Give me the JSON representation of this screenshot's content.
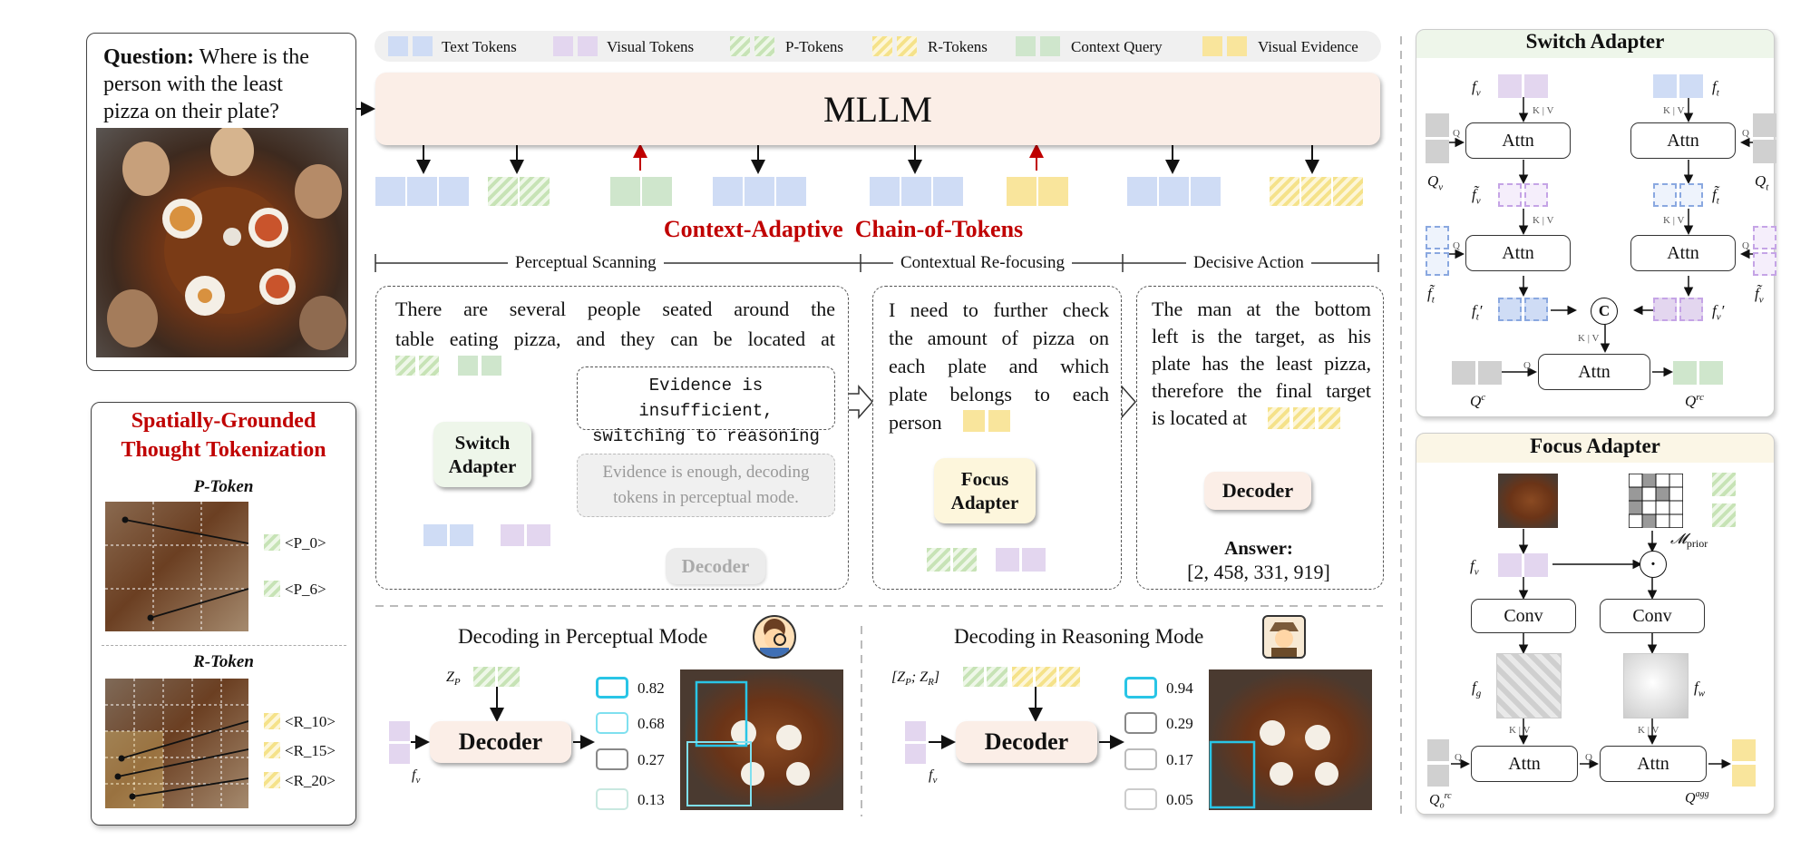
{
  "legend": {
    "items": [
      {
        "label": "Text Tokens",
        "kind": "text"
      },
      {
        "label": "Visual Tokens",
        "kind": "visual"
      },
      {
        "label": "P-Tokens",
        "kind": "p"
      },
      {
        "label": "R-Tokens",
        "kind": "r"
      },
      {
        "label": "Context Query",
        "kind": "ctx"
      },
      {
        "label": "Visual Evidence",
        "kind": "ev"
      }
    ]
  },
  "question": {
    "prefix": "Question:",
    "line1": " Where is the",
    "line2": "person with the least",
    "line3": "pizza on their plate?"
  },
  "mllm": {
    "label": "MLLM"
  },
  "main_title": "Context-Adaptive  Chain-of-Tokens",
  "stages": {
    "perceptual": "Perceptual Scanning",
    "contextual": "Contextual Re-focusing",
    "decisive": "Decisive Action"
  },
  "scanning": {
    "line1": "There are several people seated around the",
    "line2": "table eating pizza, and they can be located at",
    "insufficient1": "Evidence is insufficient,",
    "insufficient2": "switching to reasoning mode.",
    "enough1": "Evidence is enough, decoding",
    "enough2": "tokens in perceptual mode.",
    "switch_adapter1": "Switch",
    "switch_adapter2": "Adapter",
    "decoder_faded": "Decoder"
  },
  "refocus": {
    "line1": "I need to further check",
    "line2": "the amount of pizza on",
    "line3": "each plate and which",
    "line4": "plate belongs to each",
    "line5": "person",
    "focus_adapter1": "Focus",
    "focus_adapter2": "Adapter"
  },
  "decisive": {
    "line1": "The man at the bottom",
    "line2": "left is the target, as his",
    "line3": "plate has the least pizza,",
    "line4": "therefore the final target",
    "line5": "is located at",
    "decoder": "Decoder",
    "answer_label": "Answer:",
    "answer_value": "[2, 458, 331, 919]"
  },
  "sgtt": {
    "title1": "Spatially-Grounded",
    "title2": "Thought Tokenization",
    "p_token": "P-Token",
    "r_token": "R-Token",
    "p_labels": [
      "<P_0>",
      "<P_6>"
    ],
    "r_labels": [
      "<R_10>",
      "<R_15>",
      "<R_20>"
    ]
  },
  "perc_mode": {
    "title": "Decoding in Perceptual Mode",
    "z_label": "Z",
    "z_sub": "P",
    "fv": "f",
    "fv_sub": "v",
    "decoder": "Decoder",
    "scores": [
      "0.82",
      "0.68",
      "0.27",
      "0.13"
    ]
  },
  "reas_mode": {
    "title": "Decoding in Reasoning Mode",
    "z_label": "[Z",
    "z_sub1": "P",
    "z_mid": "; Z",
    "z_sub2": "R",
    "z_end": "]",
    "fv": "f",
    "fv_sub": "v",
    "decoder": "Decoder",
    "scores": [
      "0.94",
      "0.29",
      "0.17",
      "0.05"
    ]
  },
  "switch_adapter": {
    "title": "Switch Adapter",
    "attn": "Attn",
    "kv": "K",
    "v": "V",
    "q": "Q",
    "concat": "C"
  },
  "focus_adapter": {
    "title": "Focus Adapter",
    "conv": "Conv",
    "attn": "Attn",
    "prior": "prior",
    "kv": "K",
    "v": "V",
    "q": "Q"
  },
  "colors": {
    "red_title": "#c00000",
    "switch_bg": "#eef6ea",
    "focus_bg": "#fbf6e6",
    "mllm_bg": "#fbeee7",
    "decoder_bg": "#fbeee7",
    "switch_module": "#eef6ea",
    "focus_module": "#fdf6dc"
  }
}
